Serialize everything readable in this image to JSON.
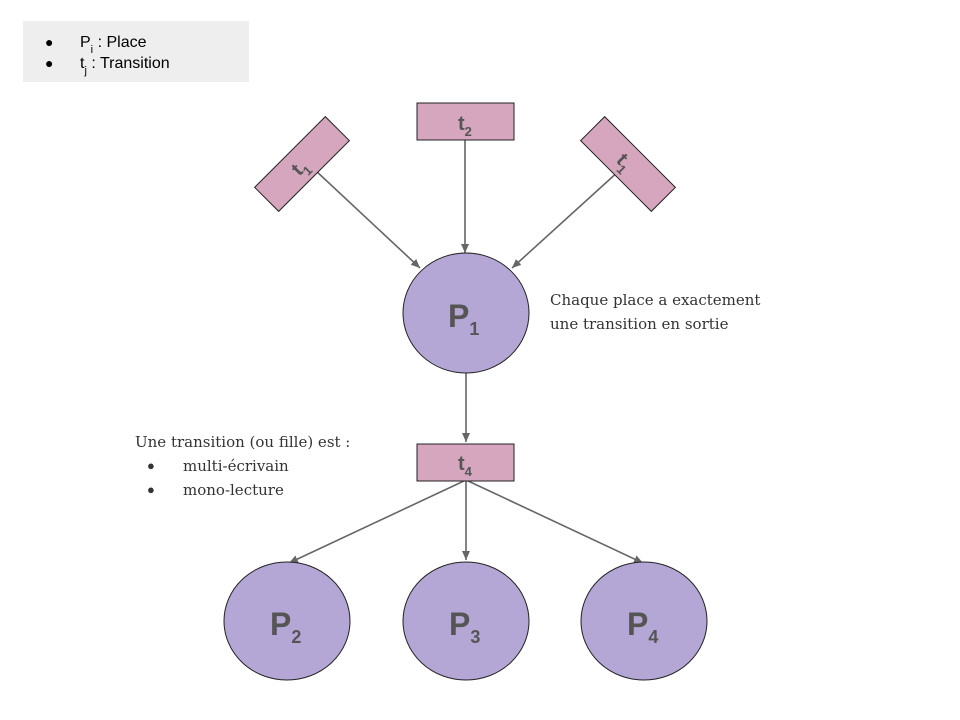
{
  "legend": {
    "items": [
      {
        "bullet": "●",
        "main": "P",
        "sub": "i",
        "rest": " : Place"
      },
      {
        "bullet": "●",
        "main": "t",
        "sub": "j",
        "rest": " : Transition"
      }
    ]
  },
  "colors": {
    "place_fill": "#b4a7d6",
    "transition_fill": "#d5a6bd",
    "arrow": "#666666",
    "outline": "#222222"
  },
  "places": [
    {
      "label": "P",
      "sub": "1"
    },
    {
      "label": "P",
      "sub": "2"
    },
    {
      "label": "P",
      "sub": "3"
    },
    {
      "label": "P",
      "sub": "4"
    }
  ],
  "transitions": [
    {
      "label": "t",
      "sub": "1"
    },
    {
      "label": "t",
      "sub": "2"
    },
    {
      "label": "t",
      "sub": "1"
    },
    {
      "label": "t",
      "sub": "4"
    }
  ],
  "notes": {
    "place_note": [
      "Chaque place a exactement",
      "une transition en sortie"
    ],
    "transition_note_title": "Une transition (ou fille) est :",
    "transition_note_bullet": "●",
    "transition_note_items": [
      "multi-écrivain",
      "mono-lecture"
    ]
  }
}
